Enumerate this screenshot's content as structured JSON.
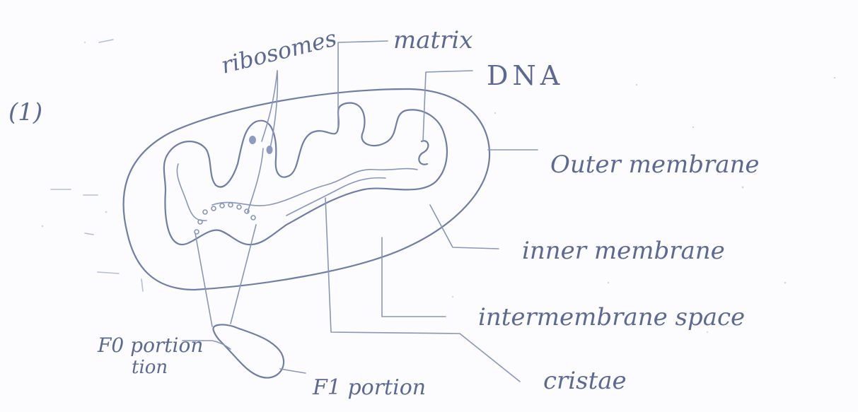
{
  "question_number": "(1)",
  "labels": {
    "ribosomes": "ribosomes",
    "matrix": "matrix",
    "dna": "DNA",
    "outer_membrane": "Outer membrane",
    "inner_membrane": "inner membrane",
    "intermembrane_space": "intermembrane space",
    "cristae": "cristae",
    "f0_portion_line1": "F0 portion",
    "f0_portion_line2": "tion",
    "f1_portion": "F1 portion"
  },
  "colors": {
    "ink": "#6f7ea6",
    "ink_faint": "#b4bdd6",
    "paper": "#fcfcfe"
  }
}
